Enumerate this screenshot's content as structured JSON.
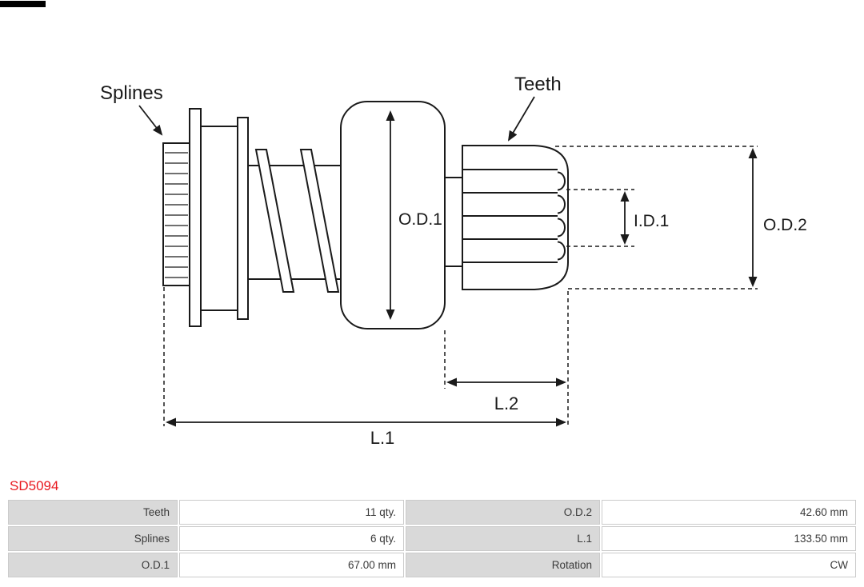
{
  "part": {
    "number": "SD5094"
  },
  "diagram": {
    "callouts": {
      "splines": "Splines",
      "teeth": "Teeth"
    },
    "dimensions": {
      "od1": "O.D.1",
      "id1": "I.D.1",
      "od2": "O.D.2",
      "l1": "L.1",
      "l2": "L.2"
    }
  },
  "spec_table": {
    "rows": [
      [
        "Teeth",
        "11 qty.",
        "O.D.2",
        "42.60 mm"
      ],
      [
        "Splines",
        "6 qty.",
        "L.1",
        "133.50 mm"
      ],
      [
        "O.D.1",
        "67.00 mm",
        "Rotation",
        "CW"
      ]
    ]
  },
  "colors": {
    "accent_red": "#e8191f",
    "line": "#1a1a1a",
    "label_cell_bg": "#d9d9d9",
    "value_cell_bg": "#ffffff"
  }
}
